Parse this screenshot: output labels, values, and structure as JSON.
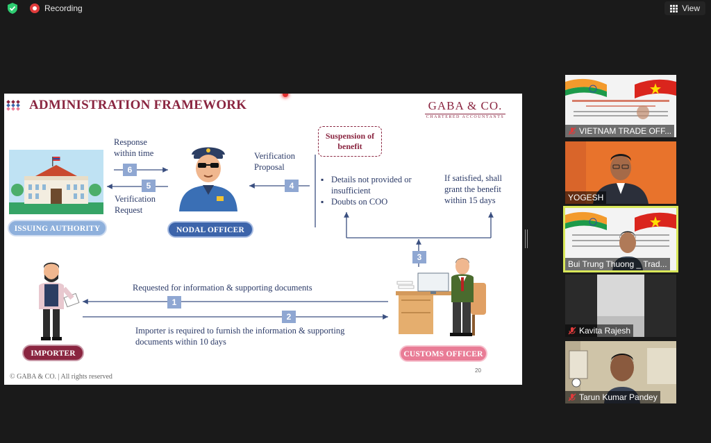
{
  "topbar": {
    "recording_label": "Recording",
    "view_label": "View"
  },
  "slide": {
    "title": "ADMINISTRATION FRAMEWORK",
    "brand_name": "GABA & CO.",
    "brand_sub": "CHARTERED ACCOUNTANTS",
    "roles": {
      "issuing_authority": "ISSUING AUTHORITY",
      "nodal_officer": "NODAL OFFICER",
      "importer": "IMPORTER",
      "customs_officer": "CUSTOMS OFFICER"
    },
    "steps": {
      "s6_label": "Response within time",
      "s5_label": "Verification Request",
      "s4_label": "Verification Proposal",
      "s1_label": "Requested for information & supporting documents",
      "s2_label": "Importer is required to furnish the information & supporting documents within 10 days",
      "n1": "1",
      "n2": "2",
      "n3": "3",
      "n4": "4",
      "n5": "5",
      "n6": "6"
    },
    "suspension": "Suspension of benefit",
    "bullets": [
      "Details not provided or insufficient",
      "Doubts on COO"
    ],
    "satisfied": "If satisfied, shall grant the benefit within 15 days",
    "copyright": "© GABA & CO. | All rights reserved",
    "page_number": "20",
    "colors": {
      "maroon": "#8a2540",
      "navy": "#2b3a67",
      "badge": "#8fa7d2",
      "pink": "#e97c96"
    }
  },
  "participants": [
    {
      "name": "VIETNAM TRADE OFF...",
      "muted": true,
      "active": false
    },
    {
      "name": "YOGESH",
      "muted": false,
      "active": false
    },
    {
      "name": "Bui Trung Thuong _ Trad...",
      "muted": false,
      "active": true
    },
    {
      "name": "Kavita Rajesh",
      "muted": true,
      "active": false
    },
    {
      "name": "Tarun Kumar Pandey",
      "muted": true,
      "active": false
    }
  ],
  "icons": [
    "shield-icon",
    "record-icon",
    "grid-view-icon",
    "mic-muted-icon"
  ]
}
